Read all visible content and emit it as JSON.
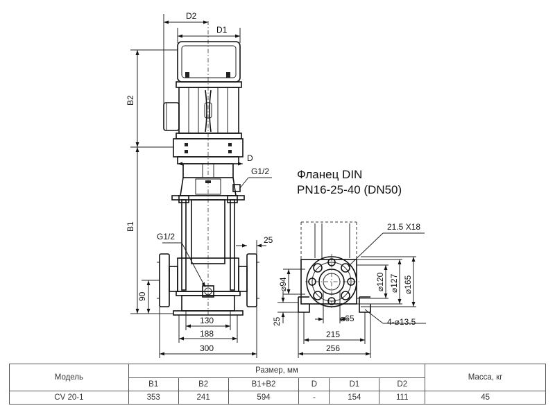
{
  "drawing": {
    "flange_title_line1": "Фланец DIN",
    "flange_title_line2": "PN16-25-40 (DN50)",
    "labels": {
      "D2": "D2",
      "D1": "D1",
      "B2": "B2",
      "B1": "B1",
      "D": "D",
      "G12_top": "G1/2",
      "G12_left": "G1/2",
      "dim_25_right": "25",
      "dim_90": "90",
      "dim_130": "130",
      "dim_188": "188",
      "dim_300": "300",
      "holes": "21.5 X18",
      "dia_94": "⌀94",
      "dia_120": "⌀120",
      "dia_127": "⌀127",
      "dia_165": "⌀165",
      "dia_65": "⌀65",
      "bolt_holes": "4-⌀13.5",
      "dim_25_left": "25",
      "dim_215": "215",
      "dim_256": "256"
    }
  },
  "table": {
    "model_header": "Модель",
    "size_header": "Размер, мм",
    "mass_header": "Масса, кг",
    "columns": [
      "B1",
      "B2",
      "B1+B2",
      "D",
      "D1",
      "D2"
    ],
    "row": {
      "model": "CV 20-1",
      "values": [
        "353",
        "241",
        "594",
        "-",
        "154",
        "111"
      ],
      "mass": "45"
    }
  }
}
